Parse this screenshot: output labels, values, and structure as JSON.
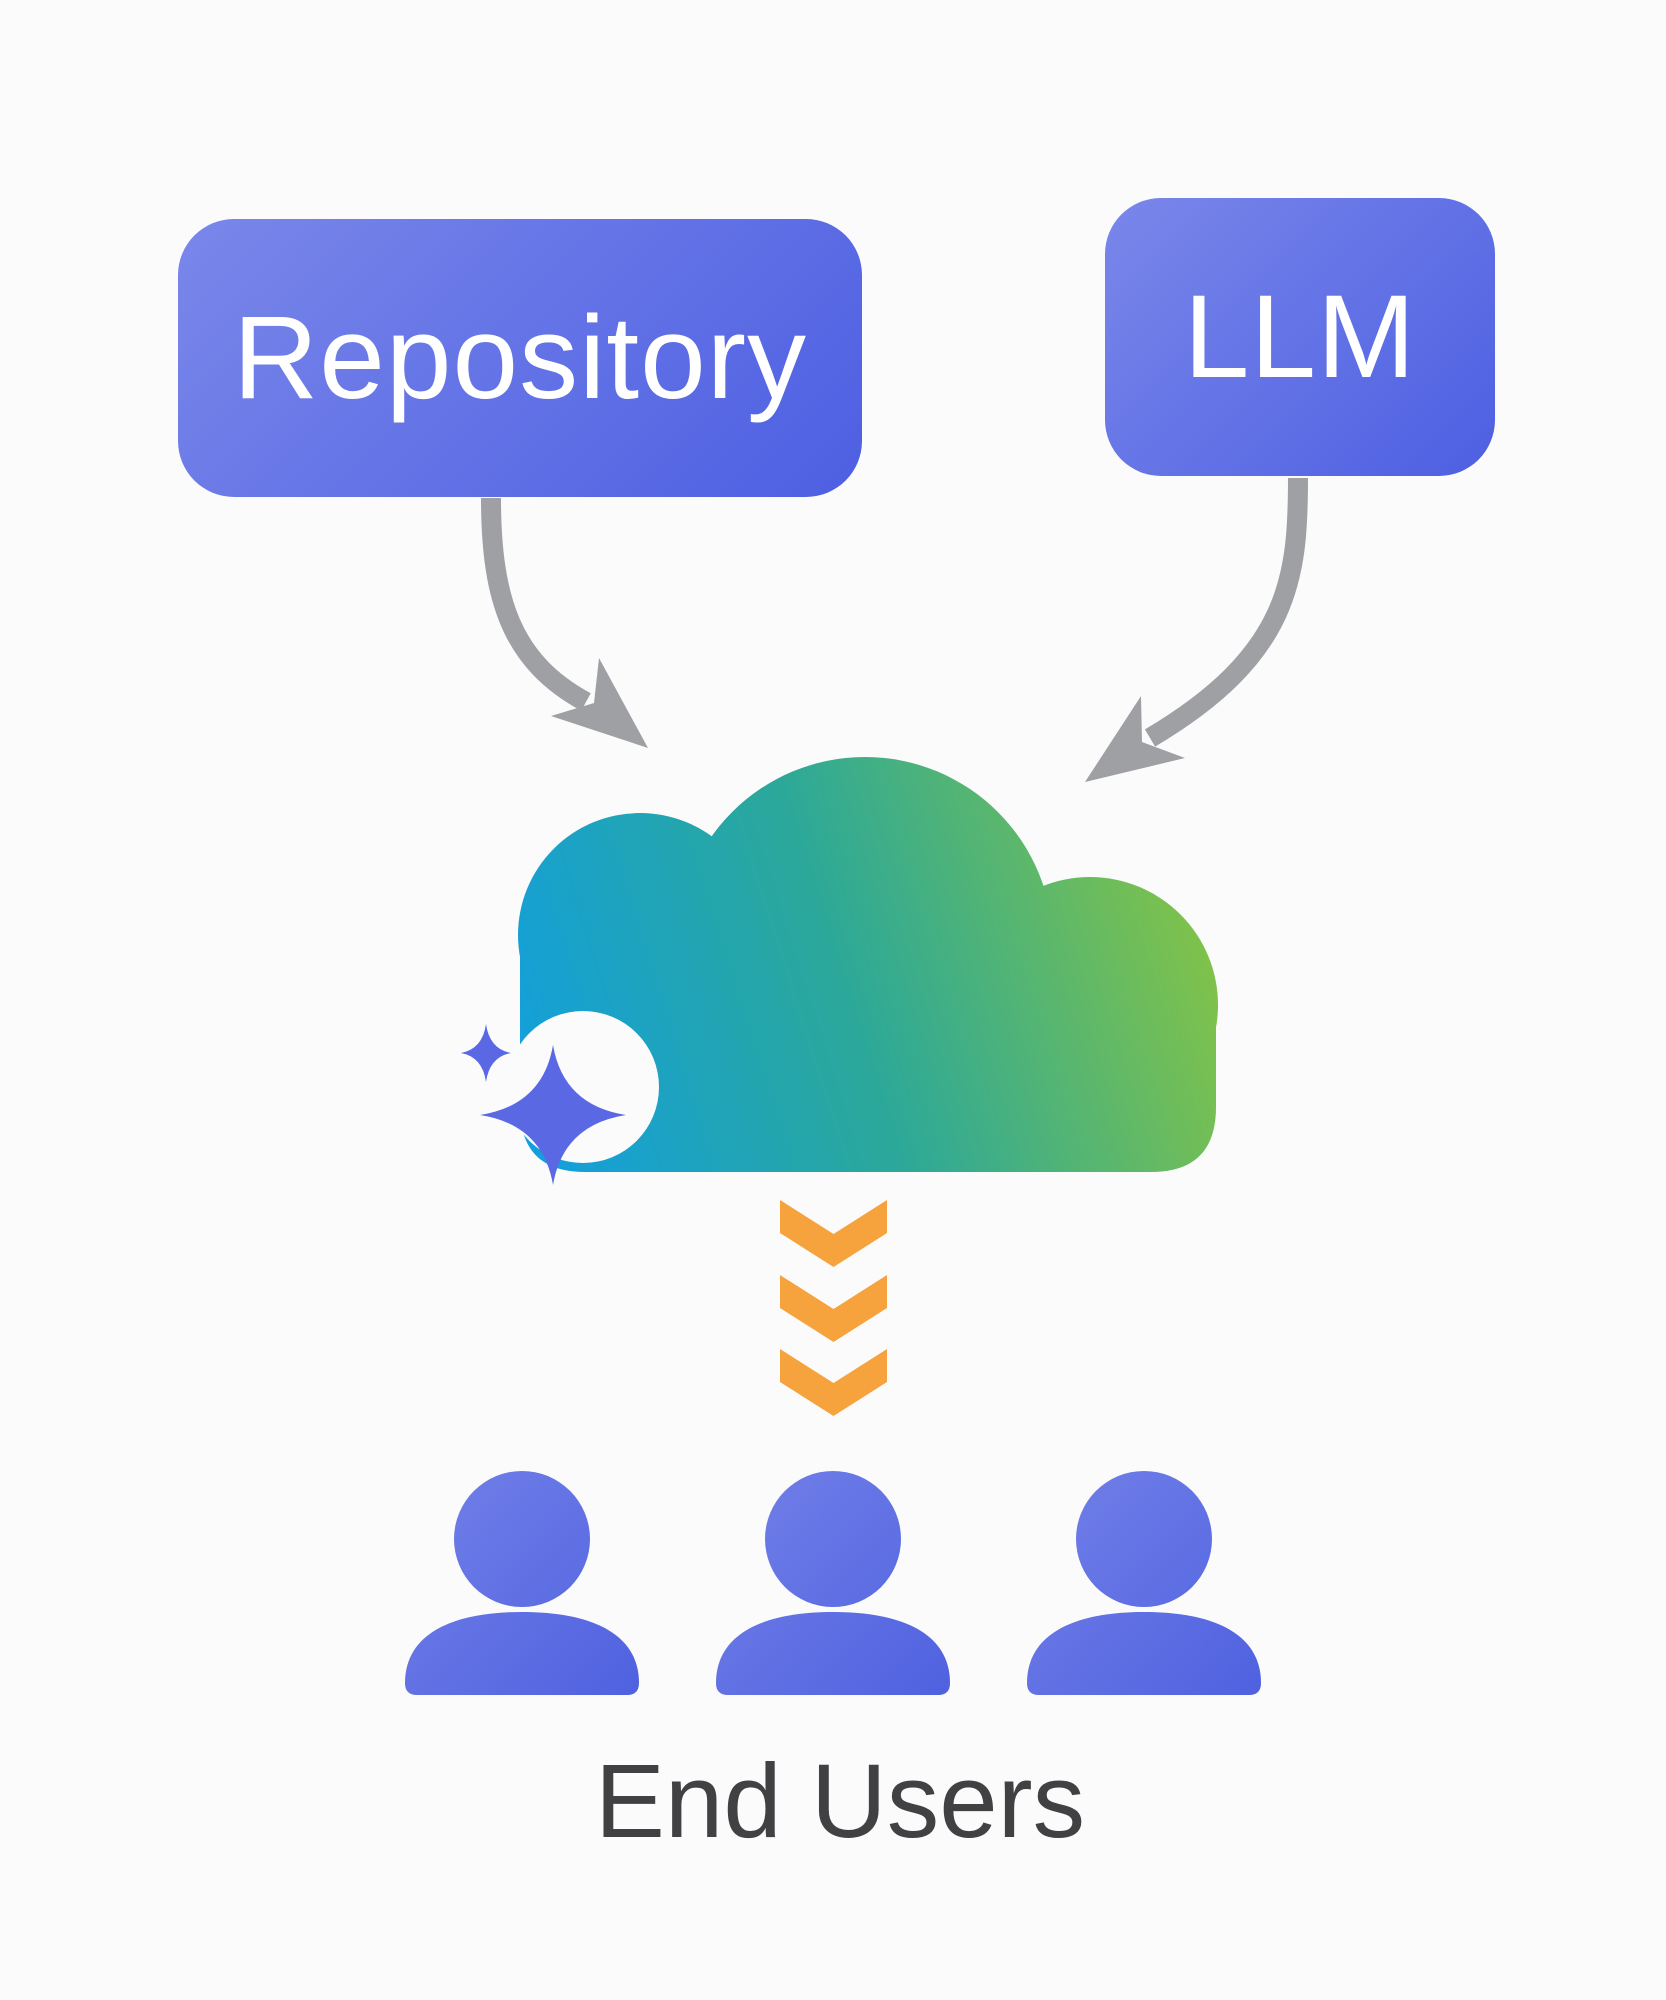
{
  "colors": {
    "background": "#fbfbfc",
    "box_grad_start": "#7a87ea",
    "box_grad_end": "#4d5fe2",
    "box_text": "#ffffff",
    "arrow_gray": "#9fa0a3",
    "cloud_grad_1": "#129fdd",
    "cloud_grad_2": "#2ba89a",
    "cloud_grad_3": "#8cc63e",
    "sparkle_blue": "#5b68e3",
    "sparkle_bg": "#fbfbfc",
    "chevron_orange": "#f6a23d",
    "user_grad_start": "#7280e8",
    "user_grad_end": "#5062e0",
    "caption_text": "#414144"
  },
  "nodes": {
    "repository": {
      "label": "Repository"
    },
    "llm": {
      "label": "LLM"
    }
  },
  "flow": {
    "chevron_count": 3,
    "user_count": 3
  },
  "caption": {
    "label": "End Users"
  }
}
